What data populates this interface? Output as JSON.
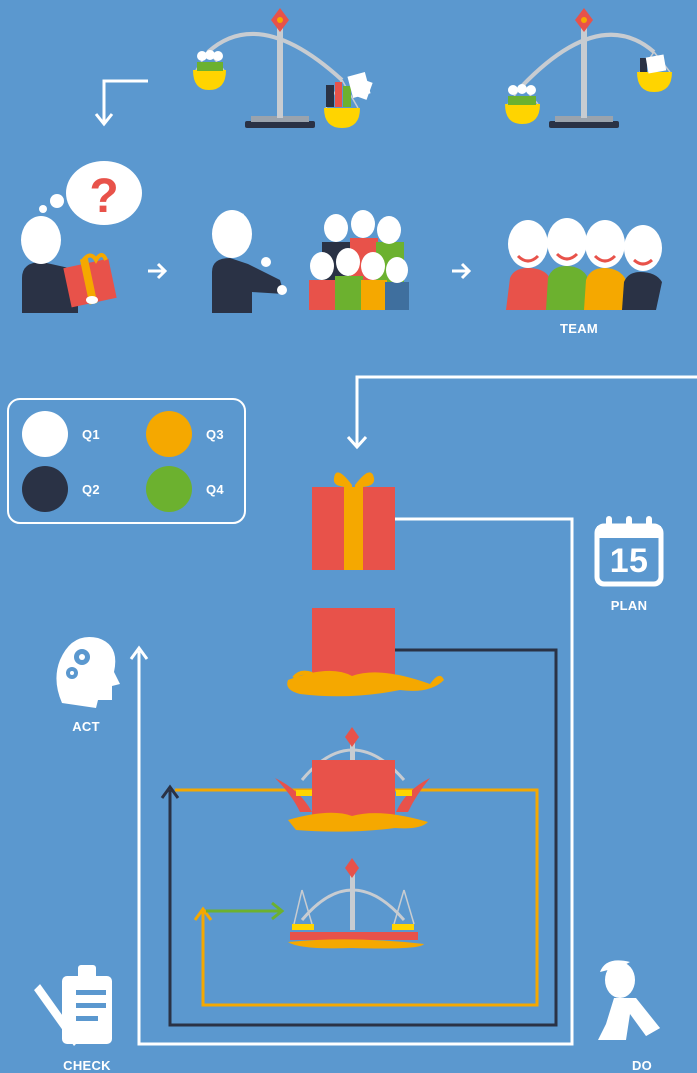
{
  "labels": {
    "team": "TEAM",
    "plan": "PLAN",
    "act": "ACT",
    "check": "CHECK",
    "do": "DO",
    "calendar_day": "15"
  },
  "legend": [
    {
      "label": "Q1",
      "color": "#ffffff"
    },
    {
      "label": "Q2",
      "color": "#2a3245"
    },
    {
      "label": "Q3",
      "color": "#f5a800"
    },
    {
      "label": "Q4",
      "color": "#6cb12f"
    }
  ],
  "colors": {
    "background": "#5b98cf",
    "red": "#e8524a",
    "orange": "#f5a800",
    "green": "#6cb12f",
    "navy": "#2a3245",
    "white": "#ffffff"
  }
}
